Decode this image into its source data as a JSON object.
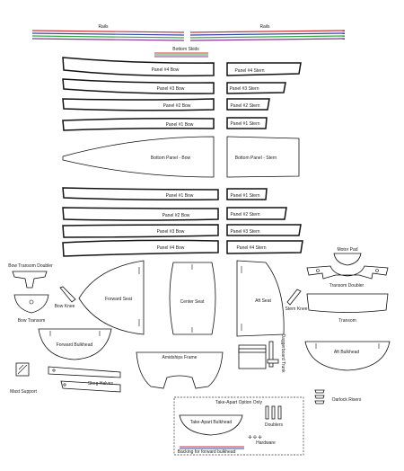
{
  "labels": {
    "rails_left": "Rails",
    "rails_right": "Rails",
    "bottom_skids": "Bottom Skids",
    "panel4_bow_top": "Panel #4 Bow",
    "panel4_stern_top": "Panel #4 Stern",
    "panel3_bow_top": "Panel #3 Bow",
    "panel3_stern_top": "Panel #3 Stern",
    "panel2_bow_top": "Panel #2 Bow",
    "panel2_stern_top": "Panel #2 Stern",
    "panel1_bow_top": "Panel #1 Bow",
    "panel1_stern_top": "Panel #1 Stern",
    "bottom_panel_bow": "Bottom Panel - Bow",
    "bottom_panel_stern": "Bottom Panel - Stern",
    "panel1_bow_bot": "Panel #1 Bow",
    "panel1_stern_bot": "Panel #1 Stern",
    "panel2_bow_bot": "Panel #2 Bow",
    "panel2_stern_bot": "Panel #2 Stern",
    "panel3_bow_bot": "Panel #3 Bow",
    "panel3_stern_bot": "Panel #3 Stern",
    "panel4_bow_bot": "Panel #4 Bow",
    "panel4_stern_bot": "Panel #4 Stern",
    "motor_pad": "Motor Pad",
    "bow_transom_doubler": "Bow Transom Doubler",
    "transom_doubler": "Transom Doubler",
    "bow_knee": "Bow Knee",
    "forward_seat": "Forward Seat",
    "center_seat": "Center Seat",
    "aft_seat": "Aft Seat",
    "stern_knee": "Stern Knee",
    "bow_transom": "Bow Transom",
    "transom": "Transom",
    "forward_bulkhead": "Forward Bulkhead",
    "daggerboard_trunk": "Daggerboard Trunk",
    "aft_bulkhead": "Aft Bulkhead",
    "amidships_frame": "Amidships Frame",
    "skeg_halves": "Skeg Halves",
    "mast_support": "Mast Support",
    "oarlock_risers": "Oarlock Risers",
    "take_apart_option": "Take-Apart Option Only",
    "take_apart_bulkhead": "Take-Apart Bulkhead",
    "doublers": "Doublers",
    "hardware": "Hardware",
    "backing_note": "Backing for forward bulkhead"
  },
  "colors": {
    "outline": "#111111",
    "rail_red": "#cc3333",
    "rail_blue": "#3344aa",
    "rail_green": "#33aa44",
    "rail_purple": "#883399",
    "dashed_box": "#333333"
  }
}
